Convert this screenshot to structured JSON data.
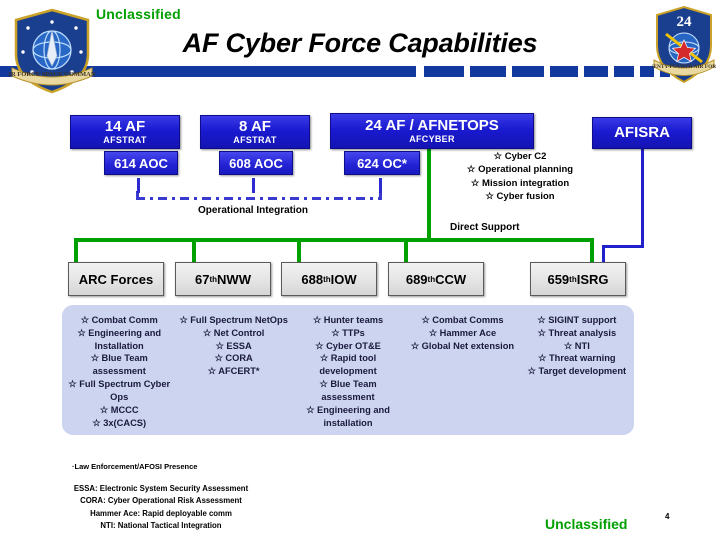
{
  "header": {
    "classification_top": "Unclassified",
    "classification_bottom": "Unclassified",
    "title": "AF Cyber Force Capabilities",
    "slide_number": "4",
    "left_emblem_name": "air-force-space-command-emblem",
    "left_emblem_text": "AIR FORCE SPACE COMMAND",
    "right_emblem_name": "twenty-fourth-air-force-emblem",
    "right_emblem_number": "24",
    "right_emblem_text": "TWENTY-FOURTH AIR FORCE"
  },
  "colors": {
    "classification_green": "#00a000",
    "box_blue": "#1a1ad0",
    "divider_blue": "#123a9e",
    "direct_support_green": "#00a000",
    "afisra_line_blue": "#2222cc",
    "capability_panel": "#ccd4f0"
  },
  "commands": [
    {
      "name": "14 AF",
      "sub": "AFSTRAT",
      "aoc": "614 AOC"
    },
    {
      "name": "8 AF",
      "sub": "AFSTRAT",
      "aoc": "608 AOC"
    },
    {
      "name": "24 AF / AFNETOPS",
      "sub": "AFCYBER",
      "aoc": "624 OC*"
    },
    {
      "name": "AFISRA",
      "sub": "",
      "aoc": ""
    }
  ],
  "afcyber_functions": [
    "Cyber C2",
    "Operational planning",
    "Mission integration",
    "Cyber fusion"
  ],
  "connector_labels": {
    "operational_integration": "Operational Integration",
    "direct_support": "Direct Support"
  },
  "units": [
    {
      "name": "ARC Forces",
      "ordinal": "",
      "suffix": ""
    },
    {
      "name": "67",
      "ordinal": "th",
      "suffix": " NWW"
    },
    {
      "name": "688",
      "ordinal": "th",
      "suffix": " IOW"
    },
    {
      "name": "689",
      "ordinal": "th",
      "suffix": " CCW"
    },
    {
      "name": "659",
      "ordinal": "th",
      "suffix": " ISRG"
    }
  ],
  "capabilities": [
    [
      "Combat Comm",
      "Engineering and Installation",
      "Blue Team assessment",
      "Full Spectrum Cyber Ops",
      "MCCC",
      "3x(CACS)"
    ],
    [
      "Full Spectrum NetOps",
      "Net Control",
      "ESSA",
      "CORA",
      "AFCERT*"
    ],
    [
      "Hunter teams",
      "TTPs",
      "Cyber OT&E",
      "Rapid tool development",
      "Blue Team assessment",
      "Engineering and installation"
    ],
    [
      "Combat Comms",
      "Hammer Ace",
      "Global Net extension"
    ],
    [
      "SIGINT support",
      "Threat analysis",
      "NTI",
      "Threat warning",
      "Target development"
    ]
  ],
  "footnotes": {
    "asterisk_note": "·Law Enforcement/AFOSI Presence",
    "acronyms": [
      "ESSA: Electronic System Security Assessment",
      "CORA: Cyber Operational Risk Assessment",
      "Hammer Ace: Rapid deployable comm",
      "NTI: National Tactical Integration"
    ]
  }
}
